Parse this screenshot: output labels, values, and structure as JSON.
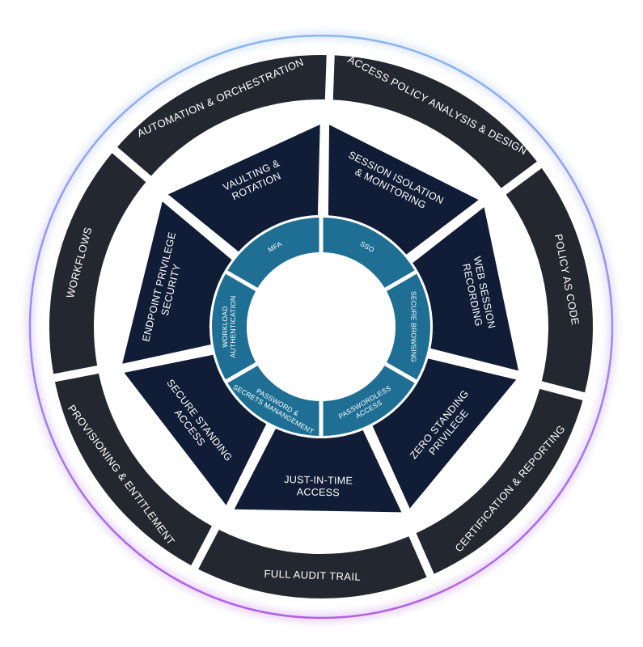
{
  "diagram": {
    "colors": {
      "outer_segment": "#23272f",
      "middle_segment": "#111d36",
      "inner_segment": "#1f6f94",
      "ring_gradient_start": "#8ab6f2",
      "ring_gradient_end": "#b35fe3",
      "segment_text": "#ffffff"
    },
    "outer_ring": [
      {
        "id": "access-policy-analysis",
        "label": "ACCESS POLICY ANALYSIS & DESIGN"
      },
      {
        "id": "policy-as-code",
        "label": "POLICY AS CODE"
      },
      {
        "id": "certification-reporting",
        "label": "CERTIFICATION & REPORTING"
      },
      {
        "id": "full-audit-trail",
        "label": "FULL AUDIT TRAIL"
      },
      {
        "id": "provisioning-entitlement",
        "label": "PROVISIONING & ENTITLEMENT"
      },
      {
        "id": "workflows",
        "label": "WORKFLOWS"
      },
      {
        "id": "automation-orchestration",
        "label": "AUTOMATION & ORCHESTRATION"
      }
    ],
    "middle_ring": [
      {
        "id": "session-isolation",
        "lines": [
          "SESSION ISOLATION",
          "& MONITORING"
        ]
      },
      {
        "id": "web-session-recording",
        "lines": [
          "WEB SESSION",
          "RECORDING"
        ]
      },
      {
        "id": "zero-standing-privilege",
        "lines": [
          "ZERO STANDING",
          "PRIVILEGE"
        ]
      },
      {
        "id": "just-in-time-access",
        "lines": [
          "JUST-IN-TIME",
          "ACCESS"
        ]
      },
      {
        "id": "secure-standing-access",
        "lines": [
          "SECURE STANDING",
          "ACCESS"
        ]
      },
      {
        "id": "endpoint-privilege-security",
        "lines": [
          "ENDPOINT PRIVILEGE",
          "SECURITY"
        ]
      },
      {
        "id": "vaulting-rotation",
        "lines": [
          "VAULTING &",
          "ROTATION"
        ]
      }
    ],
    "inner_ring": [
      {
        "id": "sso",
        "lines": [
          "SSO"
        ]
      },
      {
        "id": "secure-browsing",
        "lines": [
          "SECURE BROWSING"
        ]
      },
      {
        "id": "passwordless-access",
        "lines": [
          "PASSWORDLESS",
          "ACCESS"
        ]
      },
      {
        "id": "password-secrets-management",
        "lines": [
          "PASSWORD &",
          "SECRETS MANANGEMENT"
        ]
      },
      {
        "id": "workload-authentication",
        "lines": [
          "WORKLOAD",
          "AUTHENTICATION"
        ]
      },
      {
        "id": "mfa",
        "lines": [
          "MFA"
        ]
      }
    ]
  }
}
